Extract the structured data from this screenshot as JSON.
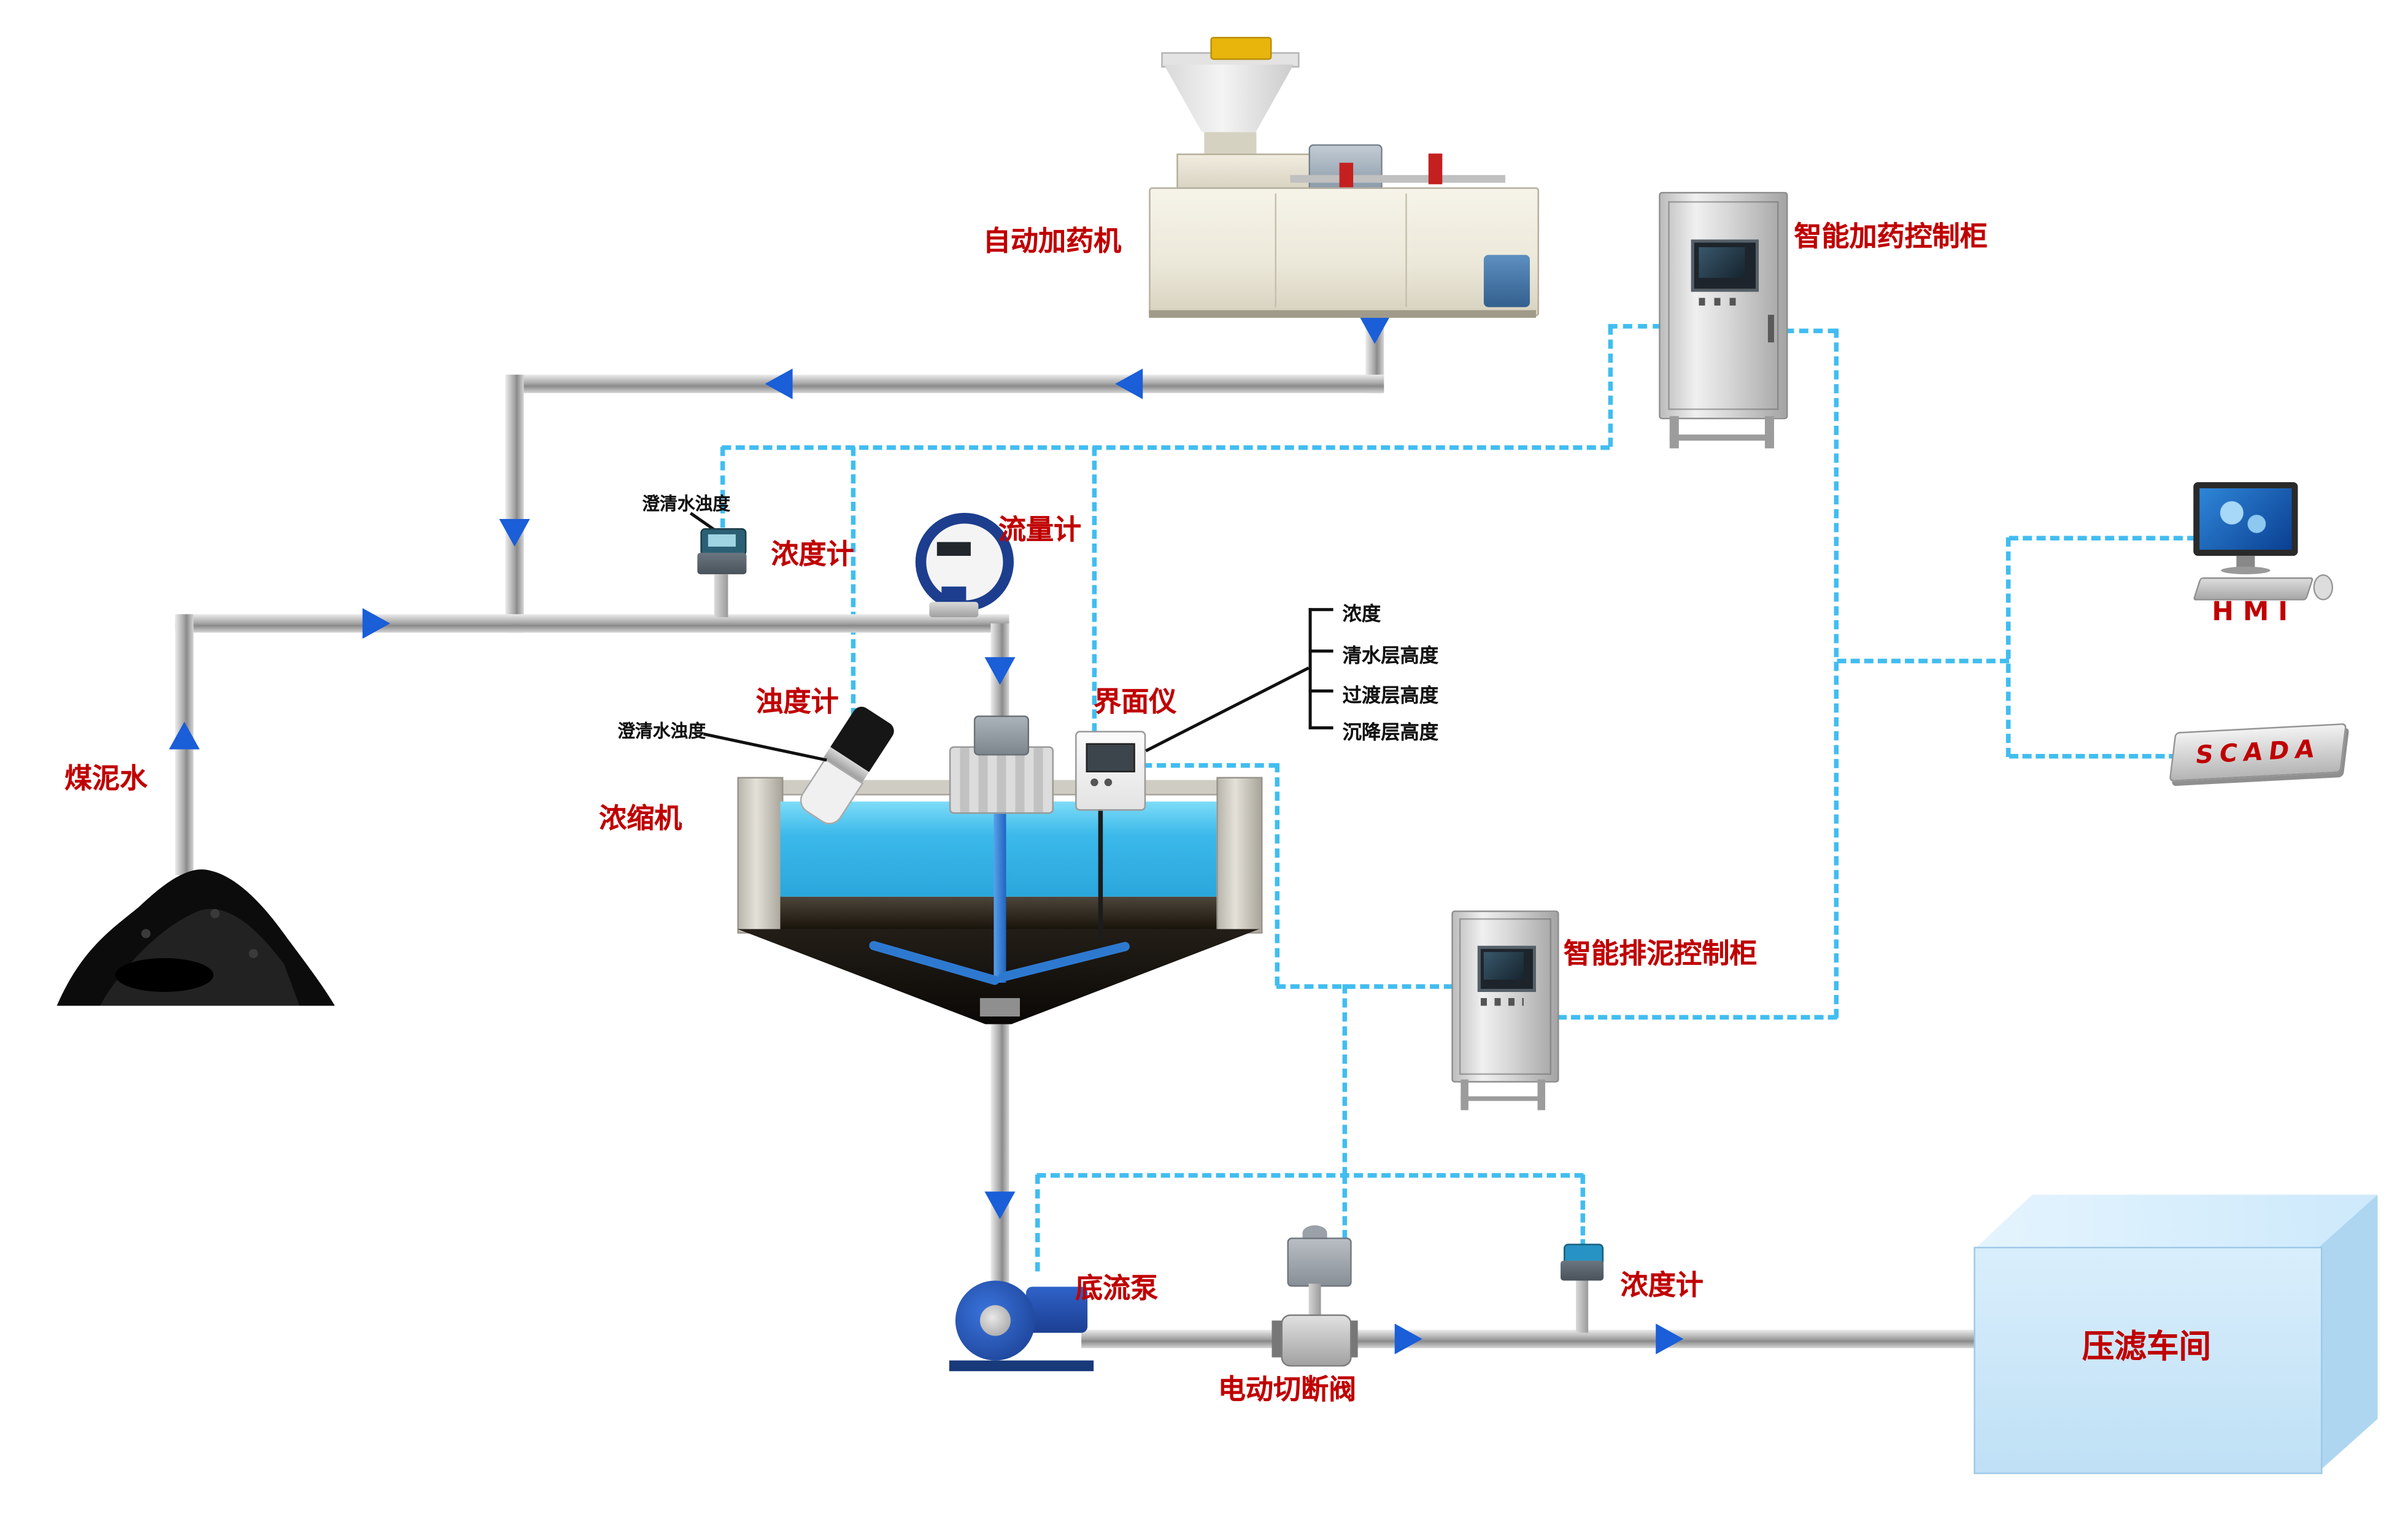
{
  "colors": {
    "label_red": "#c00000",
    "signal_cyan": "#41bdf0",
    "arrow_blue": "#1a5ed8",
    "water_blue": "#35b6e8",
    "pipe_gray": "#a6a6a6",
    "workshop_blue": "#cfe9fb"
  },
  "nodes": {
    "dosing_machine": {
      "label": "自动加药机"
    },
    "dosing_cabinet": {
      "label": "智能加药控制柜"
    },
    "hmi": {
      "label": "HMI"
    },
    "scada": {
      "label": "SCADA"
    },
    "coal_slurry": {
      "label": "煤泥水"
    },
    "densitometer_top": {
      "label": "浓度计",
      "note": "澄清水浊度"
    },
    "flow_meter": {
      "label": "流量计"
    },
    "turbidity_meter": {
      "label": "浊度计",
      "note": "澄清水浊度"
    },
    "thickener": {
      "label": "浓缩机"
    },
    "interface_meter": {
      "label": "界面仪",
      "readings": [
        "浓度",
        "清水层高度",
        "过渡层高度",
        "沉降层高度"
      ]
    },
    "sludge_cabinet": {
      "label": "智能排泥控制柜"
    },
    "underflow_pump": {
      "label": "底流泵"
    },
    "electric_valve": {
      "label": "电动切断阀"
    },
    "densitometer_bottom": {
      "label": "浓度计"
    },
    "filter_press": {
      "label": "压滤车间"
    }
  }
}
